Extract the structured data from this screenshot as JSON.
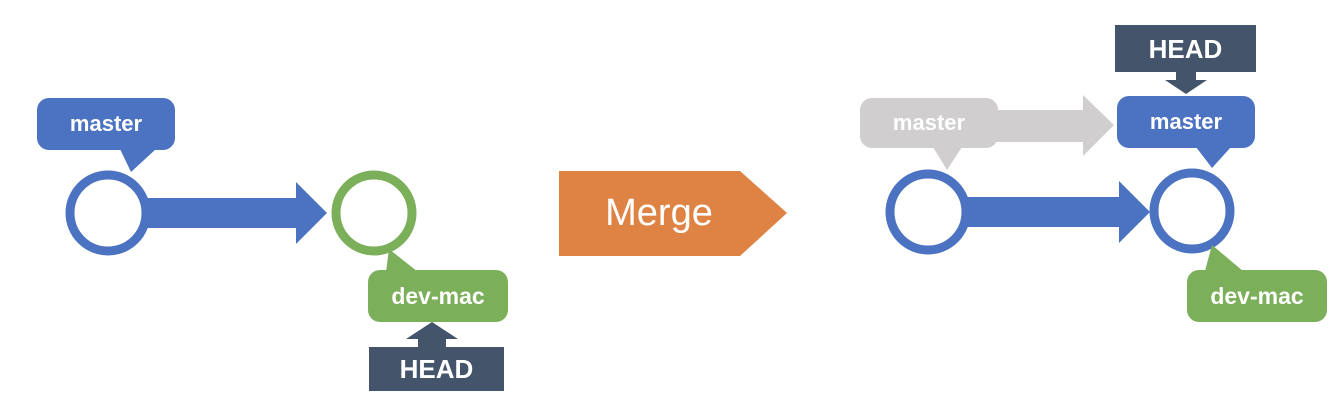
{
  "title": "Git merge diagram (before and after)",
  "colors": {
    "blue": "#4c72c2",
    "green": "#7caf5a",
    "slate": "#44546a",
    "gray": "#d0cece",
    "orange": "#df8344",
    "text": "#ffffff",
    "background": "#ffffff"
  },
  "before": {
    "branch_label": "master",
    "current_branch_label": "dev-mac",
    "head_label": "HEAD"
  },
  "action_label": "Merge",
  "after": {
    "previous_branch_label": "master",
    "branch_label": "master",
    "current_branch_label": "dev-mac",
    "head_label": "HEAD"
  }
}
